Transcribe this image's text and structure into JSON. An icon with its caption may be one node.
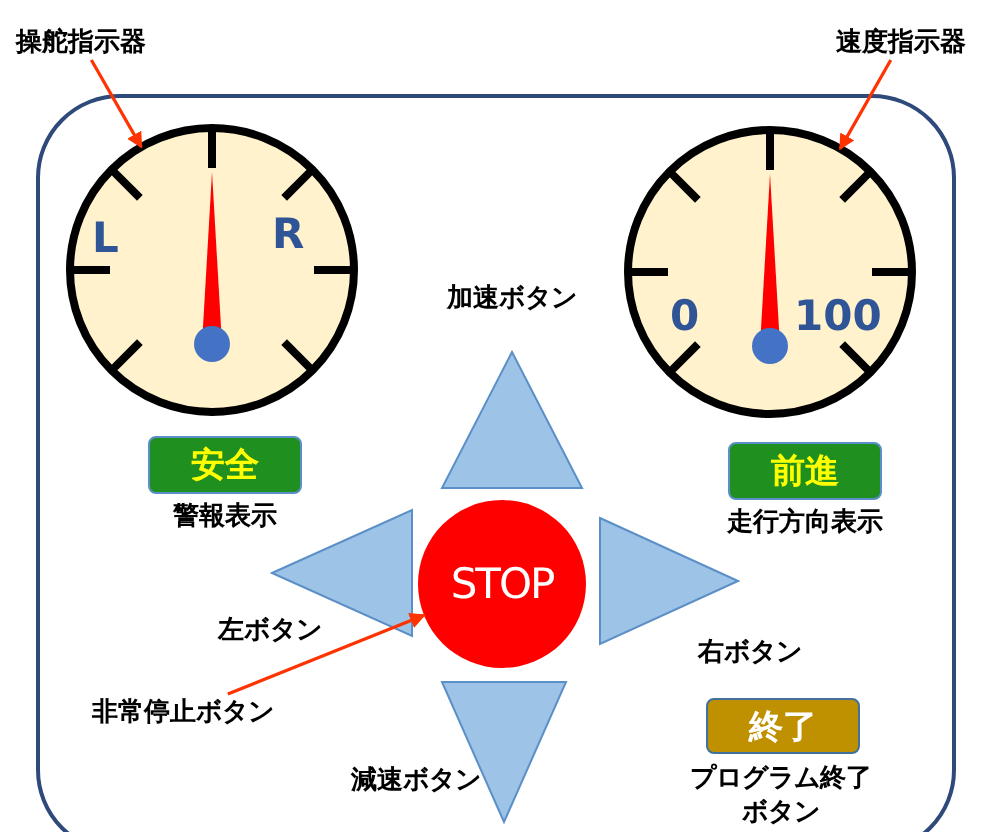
{
  "diagram": {
    "nodes": [
      {
        "text": [
          "操舵指示器"
        ]
      },
      {
        "text": [
          "速度指示器"
        ]
      },
      {
        "text": [],
        "shape": "box"
      },
      {
        "text": [
          "L",
          "R"
        ],
        "in": 2
      },
      {
        "text": [
          "0",
          "100"
        ],
        "in": 2
      },
      {
        "text": [],
        "shape": "triangle",
        "in": 2,
        "beside": [
          "加速ボタン"
        ]
      },
      {
        "text": [
          "安全"
        ],
        "in": 2,
        "beside": [
          "警報表示"
        ]
      },
      {
        "text": [
          "前進"
        ],
        "in": 2,
        "beside": [
          "走行方向表示"
        ]
      },
      {
        "text": [],
        "shape": "triangle",
        "in": 2,
        "beside": [
          "左ボタン"
        ]
      },
      {
        "text": [
          "STOP"
        ],
        "in": 2
      },
      {
        "text": [],
        "shape": "triangle",
        "in": 2,
        "beside": [
          "右ボタン"
        ]
      },
      {
        "text": [
          "非常停止ボタン"
        ],
        "in": 2
      },
      {
        "text": [],
        "shape": "triangle",
        "in": 2,
        "beside": [
          "減速ボタン"
        ]
      },
      {
        "text": [
          "終了"
        ],
        "in": 2,
        "beside": [
          "プログラム終了ボタン"
        ]
      }
    ],
    "edges": [
      {
        "from": 0,
        "to": 3,
        "arrow": "to"
      },
      {
        "from": 1,
        "to": 4,
        "arrow": "to"
      },
      {
        "from": 11,
        "to": 9,
        "arrow": "to"
      }
    ]
  }
}
